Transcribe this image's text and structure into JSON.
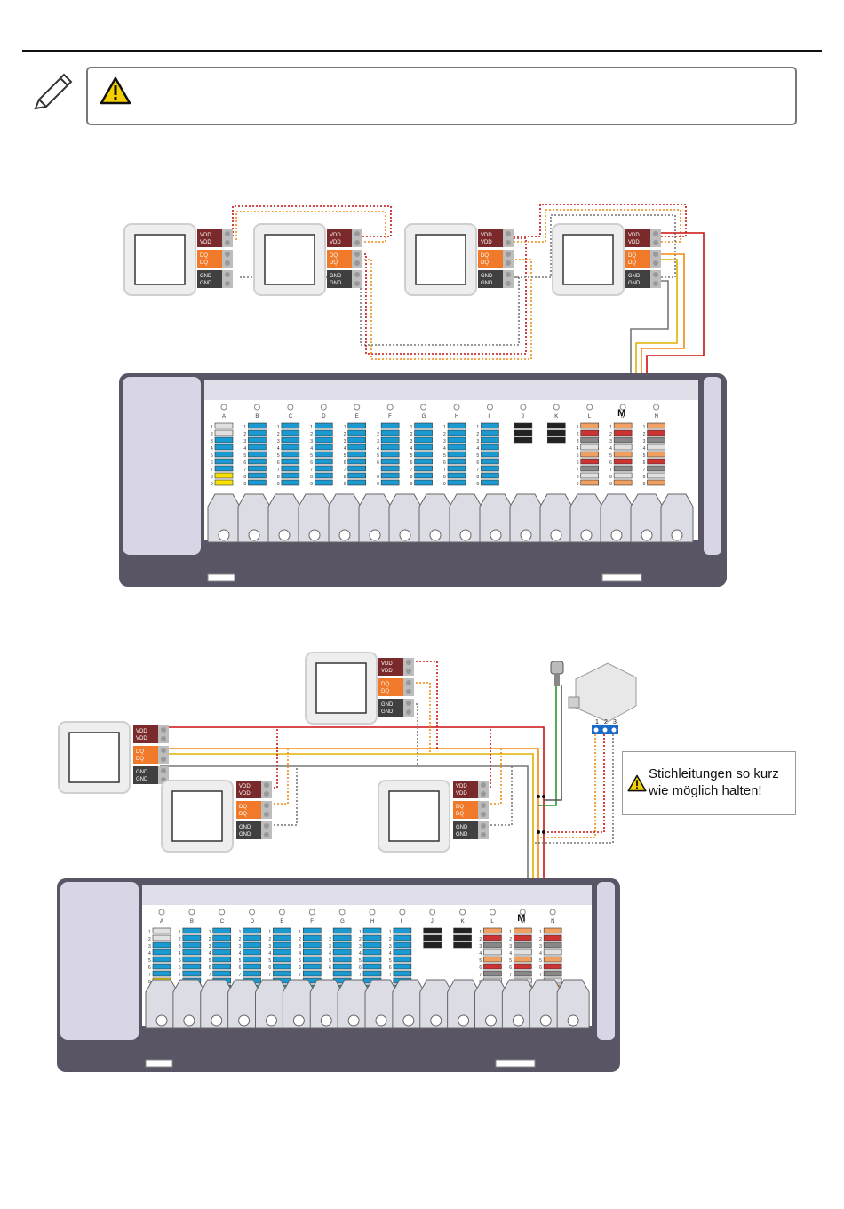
{
  "labels": {
    "vdd": "VDD",
    "dq": "DQ",
    "gnd": "GND",
    "m": "M"
  },
  "columns": [
    "A",
    "B",
    "C",
    "D",
    "E",
    "F",
    "G",
    "H",
    "I",
    "J",
    "K",
    "L",
    "M",
    "N"
  ],
  "terminal_numbers": [
    "1",
    "2",
    "3",
    "4",
    "5",
    "6",
    "7",
    "8",
    "9"
  ],
  "sensor_terminals": [
    "1",
    "2",
    "3"
  ],
  "note": {
    "text_line1": "Stichleitungen so kurz",
    "text_line2": "wie möglich halten!"
  },
  "icons": {
    "pencil": "pencil-icon",
    "warning": "warning-icon"
  },
  "colors": {
    "vdd_block": "#7a2a2a",
    "dq_block": "#f07a2a",
    "gnd_block": "#404040",
    "wire_red": "#cc1111",
    "wire_orange": "#f08a10",
    "wire_yellow": "#e0b000",
    "wire_gray": "#777777",
    "wire_green": "#2a9a2a",
    "terminal_blue": "#1a9ad0",
    "housing": "#5a5565",
    "housing_light": "#d8d6e6"
  }
}
